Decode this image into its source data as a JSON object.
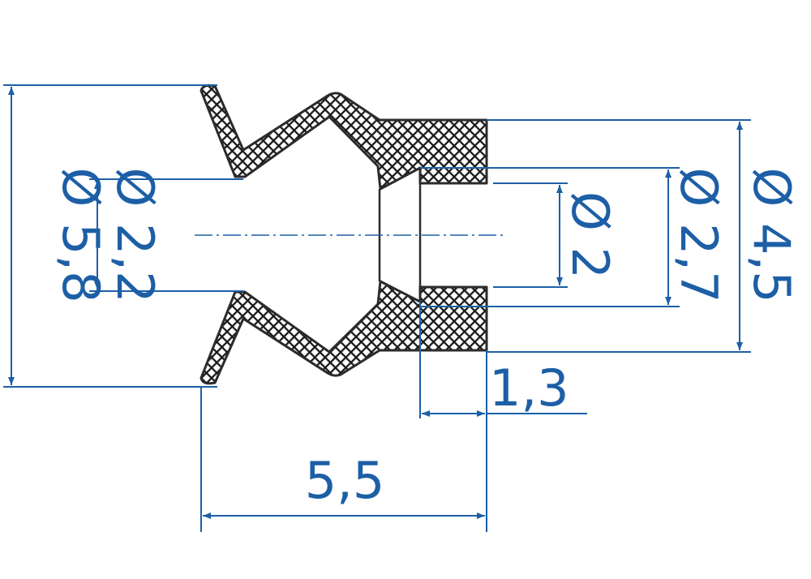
{
  "dimensions": {
    "outer_diameter": "Ø 5,8",
    "inner_lip_diameter": "Ø 2,2",
    "bore_diameter": "Ø 2",
    "shoulder_inner_diameter": "Ø 2,7",
    "shoulder_outer_diameter": "Ø 4,5",
    "collar_length": "1,3",
    "total_length": "5,5"
  },
  "colors": {
    "dimension": "#1d5fa6",
    "outline": "#2b2b2b",
    "hatch": "#1a1a1a"
  }
}
